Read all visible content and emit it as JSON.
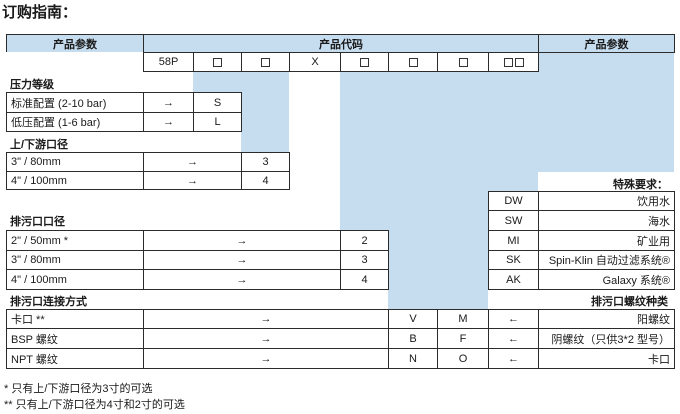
{
  "title": "订购指南：",
  "headers": {
    "left": "产品参数",
    "middle": "产品代码",
    "right": "产品参数"
  },
  "code_row": [
    "58P",
    "□",
    "□",
    "X",
    "□",
    "□",
    "□",
    "□□"
  ],
  "pressure": {
    "section": "压力等级",
    "rows": [
      {
        "label": "标准配置 (2-10 bar)",
        "arrow": "→",
        "code": "S"
      },
      {
        "label": "低压配置 (1-6 bar)",
        "arrow": "→",
        "code": "L"
      }
    ]
  },
  "inlet": {
    "section": "上/下游口径",
    "rows": [
      {
        "label": "3\" / 80mm",
        "arrow": "→",
        "code": "3"
      },
      {
        "label": "4\" / 100mm",
        "arrow": "→",
        "code": "4"
      }
    ]
  },
  "drain": {
    "section": "排污口口径",
    "rows": [
      {
        "label": "2\" / 50mm *",
        "arrow": "→",
        "code": "2"
      },
      {
        "label": "3\" / 80mm",
        "arrow": "→",
        "code": "3"
      },
      {
        "label": "4\" / 100mm",
        "arrow": "→",
        "code": "4"
      }
    ]
  },
  "special": {
    "section": "特殊要求：",
    "rows": [
      {
        "code": "DW",
        "label": "饮用水"
      },
      {
        "code": "SW",
        "label": "海水"
      },
      {
        "code": "MI",
        "label": "矿业用"
      },
      {
        "code": "SK",
        "label": "Spin-Klin 自动过滤系统®"
      },
      {
        "code": "AK",
        "label": "Galaxy 系统®"
      }
    ]
  },
  "connection": {
    "section": "排污口连接方式",
    "rows": [
      {
        "label": "卡口 **",
        "arrow": "→",
        "code": "V"
      },
      {
        "label": "BSP 螺纹",
        "arrow": "→",
        "code": "B"
      },
      {
        "label": "NPT 螺纹",
        "arrow": "→",
        "code": "N"
      }
    ]
  },
  "thread": {
    "section": "排污口螺纹种类",
    "rows": [
      {
        "code": "M",
        "arrow": "←",
        "label": "阳螺纹"
      },
      {
        "code": "F",
        "arrow": "←",
        "label": "阴螺纹（只供3*2 型号）"
      },
      {
        "code": "O",
        "arrow": "←",
        "label": "卡口"
      }
    ]
  },
  "notes": [
    "*  只有上/下游口径为3寸的可选",
    "** 只有上/下游口径为4寸和2寸的可选"
  ]
}
